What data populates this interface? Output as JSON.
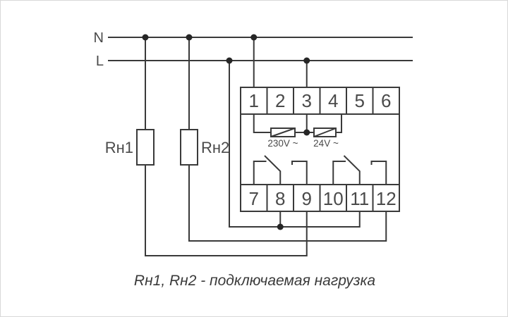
{
  "colors": {
    "line": "#3a3a3a",
    "dot": "#262626",
    "text": "#4a4a4a",
    "background": "#ffffff"
  },
  "power_rails": {
    "neutral_label": "N",
    "line_label": "L"
  },
  "loads": {
    "load1_label": "Rн1",
    "load2_label": "Rн2"
  },
  "device": {
    "top_terminals": [
      "1",
      "2",
      "3",
      "4",
      "5",
      "6"
    ],
    "bottom_terminals": [
      "7",
      "8",
      "9",
      "10",
      "11",
      "12"
    ],
    "coils": [
      {
        "label": "230V ~"
      },
      {
        "label": "24V ~"
      }
    ]
  },
  "caption": "Rн1, Rн2 - подключаемая нагрузка"
}
